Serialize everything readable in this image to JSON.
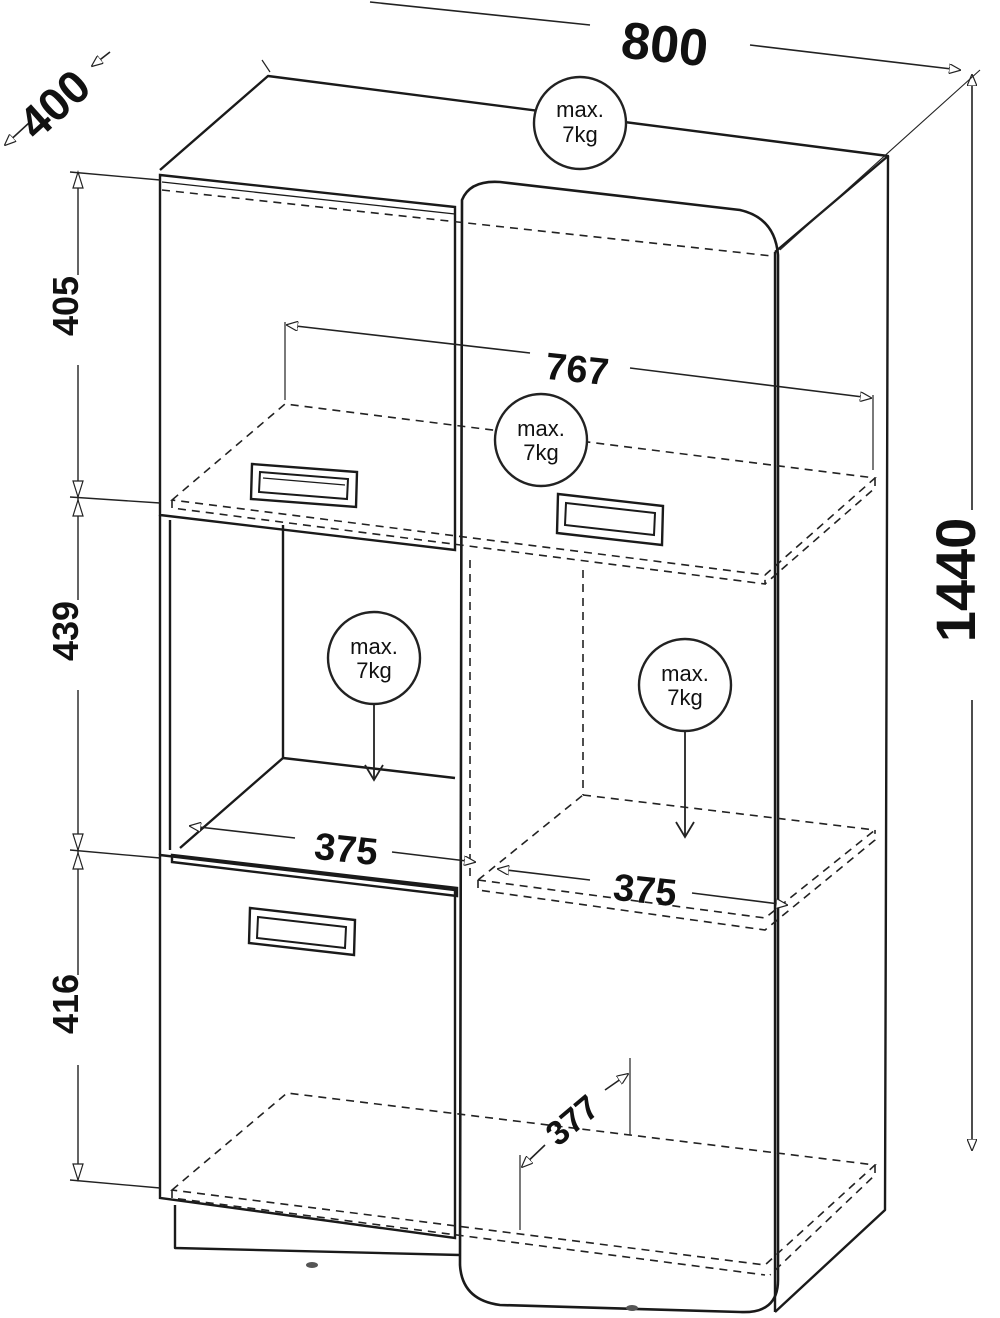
{
  "dimensions": {
    "width": "800",
    "depth": "400",
    "height": "1440",
    "inner_width": "767",
    "section_top": "405",
    "section_middle": "439",
    "section_bottom": "416",
    "shelf_left": "375",
    "shelf_right": "375",
    "inner_depth": "377"
  },
  "load_badges": {
    "top": {
      "line1": "max.",
      "line2": "7kg"
    },
    "shelf_upper": {
      "line1": "max.",
      "line2": "7kg"
    },
    "shelf_left": {
      "line1": "max.",
      "line2": "7kg"
    },
    "shelf_right": {
      "line1": "max.",
      "line2": "7kg"
    }
  }
}
